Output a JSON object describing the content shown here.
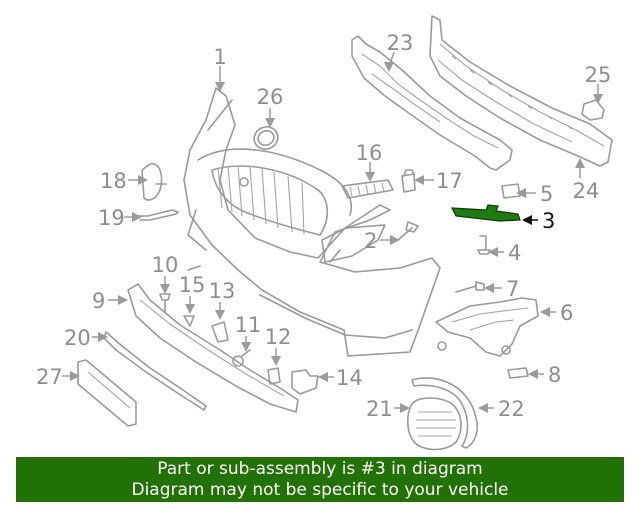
{
  "diagram": {
    "labels": {
      "p1": "1",
      "p2": "2",
      "p3": "3",
      "p4": "4",
      "p5": "5",
      "p6": "6",
      "p7": "7",
      "p8": "8",
      "p9": "9",
      "p10": "10",
      "p11": "11",
      "p12": "12",
      "p13": "13",
      "p14": "14",
      "p15": "15",
      "p16": "16",
      "p17": "17",
      "p18": "18",
      "p19": "19",
      "p20": "20",
      "p21": "21",
      "p22": "22",
      "p23": "23",
      "p24": "24",
      "p25": "25",
      "p26": "26",
      "p27": "27"
    },
    "highlighted_part": "3",
    "highlight_color": "#227104"
  },
  "banner": {
    "line1": "Part or sub-assembly is #3 in diagram",
    "line2": "Diagram may not be specific to your vehicle",
    "background": "#227104",
    "text_color": "#ffffff"
  }
}
